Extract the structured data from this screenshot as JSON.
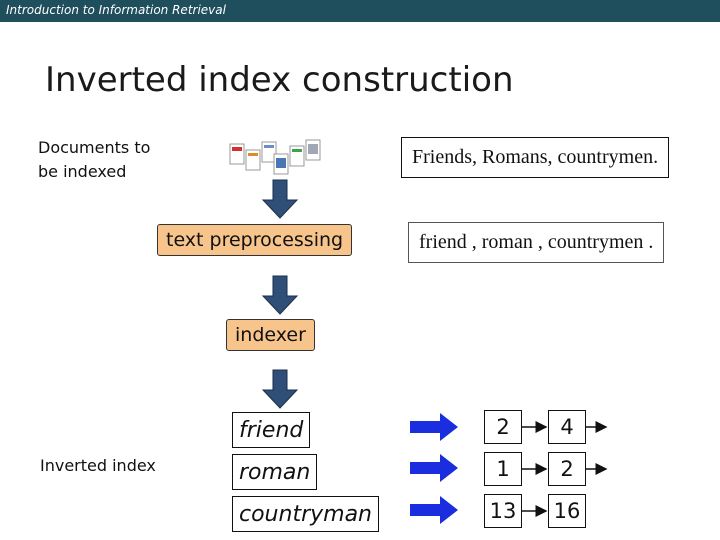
{
  "header": {
    "course_title": "Introduction to Information Retrieval"
  },
  "slide": {
    "title": "Inverted index construction"
  },
  "labels": {
    "documents": "Documents to\nbe indexed",
    "inverted_index": "Inverted index"
  },
  "stages": {
    "raw_text": "Friends, Romans, countrymen.",
    "preprocessing": "text preprocessing",
    "tokens": "friend , roman , countrymen .",
    "indexer": "indexer"
  },
  "index": [
    {
      "term": "friend",
      "postings": [
        "2",
        "4"
      ]
    },
    {
      "term": "roman",
      "postings": [
        "1",
        "2"
      ]
    },
    {
      "term": "countryman",
      "postings": [
        "13",
        "16"
      ]
    }
  ],
  "colors": {
    "header_bg": "#1f4e5c",
    "process_box": "#f7c58c",
    "down_arrow": "#2f4f79",
    "right_arrow": "#1a2ee0"
  },
  "icons": [
    "document-icons",
    "down-arrow-icon",
    "right-arrow-icon"
  ]
}
